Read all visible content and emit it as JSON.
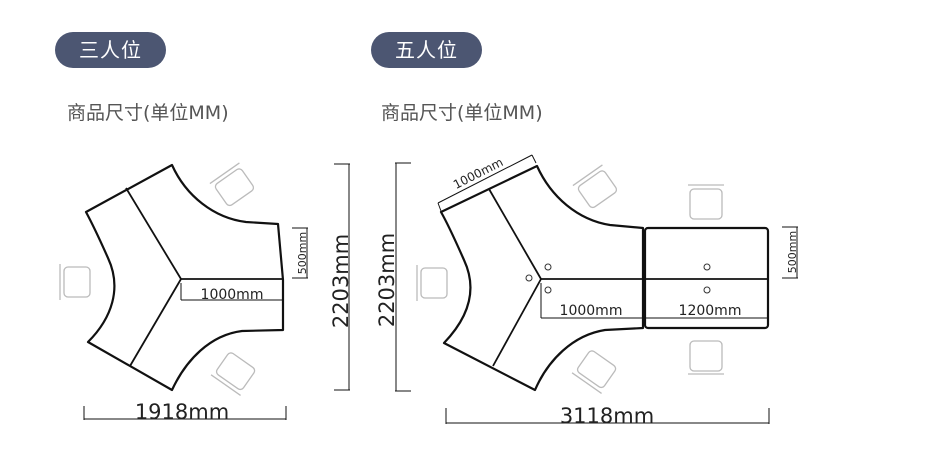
{
  "left": {
    "badge": "三人位",
    "subtitle": "商品尺寸(单位MM)",
    "dims": {
      "width": "1918mm",
      "height": "2203mm",
      "arm": "1000mm",
      "depth": "500mm"
    }
  },
  "right": {
    "badge": "五人位",
    "subtitle": "商品尺寸(单位MM)",
    "dims": {
      "width": "3118mm",
      "height": "2203mm",
      "edge": "1000mm",
      "arm": "1000mm",
      "ext": "1200mm",
      "depth": "500mm"
    }
  },
  "colors": {
    "badge_bg": "#4c5672",
    "line": "#111111",
    "chair": "#bbbbbb"
  }
}
